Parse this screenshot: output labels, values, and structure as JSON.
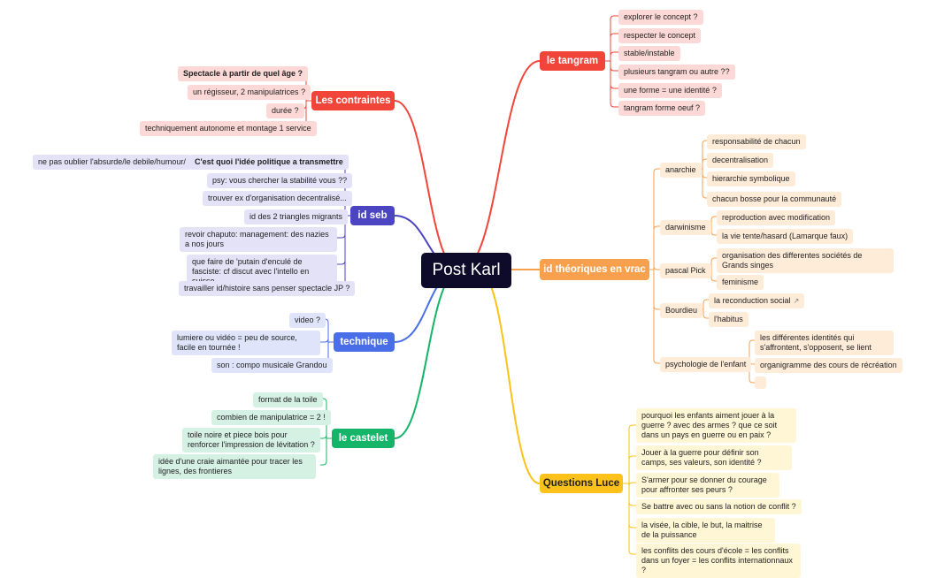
{
  "root": {
    "label": "Post Karl"
  },
  "colors": {
    "red": "#f1453a",
    "indigo": "#4b45c2",
    "blue": "#4a6ee8",
    "green": "#15b569",
    "orange": "#f7a14e",
    "yellow": "#fcc21b",
    "root": "#0e0b2a"
  },
  "tangram": {
    "label": "le tangram",
    "items": [
      "explorer le concept ?",
      "respecter le concept",
      "stable/instable",
      "plusieurs tangram ou autre ??",
      "une forme = une identité ?",
      "tangram forme oeuf ?"
    ]
  },
  "contraintes": {
    "label": "Les contraintes",
    "items": [
      "Spectacle à partir de quel âge ?",
      "un régisseur, 2 manipulatrices ?",
      "durée ?",
      "techniquement autonome et montage 1 service"
    ]
  },
  "idseb": {
    "label": "id seb",
    "items": [
      "C'est quoi l'idée politique a transmettre",
      "psy: vous chercher la stabilité vous ??",
      "trouver ex d'organisation decentralisé...",
      "id des 2 triangles migrants",
      "revoir chaputo: management: des nazies a nos jours",
      "que faire de 'putain d'enculé de fasciste: cf discut avec l'intello en suisse",
      "travailler id/histoire sans penser spectacle JP ?"
    ],
    "sub": "ne pas oublier l'absurde/le debile/humour/"
  },
  "technique": {
    "label": "technique",
    "items": [
      "video ?",
      "lumiere ou vidéo = peu de source, facile en tournée !",
      "son : compo musicale Grandou"
    ]
  },
  "castelet": {
    "label": "le castelet",
    "items": [
      "format de la toile",
      "combien de manipulatrice = 2 !",
      "toile noire et piece bois pour renforcer l'impression de lévitation ?",
      "idée d'une craie aimantée pour tracer les lignes, des frontieres"
    ]
  },
  "theories": {
    "label": "id théoriques en vrac",
    "groups": [
      {
        "label": "anarchie",
        "items": [
          "responsabilité de chacun",
          "decentralisation",
          "hierarchie symbolique",
          "chacun bosse pour la communauté"
        ]
      },
      {
        "label": "darwinisme",
        "items": [
          "reproduction avec modification",
          "la vie tente/hasard (Lamarque faux)"
        ]
      },
      {
        "label": "pascal Pick",
        "items": [
          "organisation des differentes sociétés de Grands singes",
          "feminisme"
        ]
      },
      {
        "label": "Bourdieu",
        "items": [
          "la reconduction social",
          "l'habitus"
        ],
        "link_icon": "external-link-icon"
      },
      {
        "label": "psychologie de l'enfant",
        "items": [
          "les différentes identités qui s'affrontent, s'opposent, se lient",
          "organigramme des cours de récréation",
          ""
        ]
      }
    ]
  },
  "questions": {
    "label": "Questions Luce",
    "items": [
      "pourquoi les enfants aiment jouer à la guerre ? avec des armes ? que ce soit dans un pays en guerre ou en paix ?",
      "Jouer à la guerre pour définir son camps, ses valeurs, son identité ?",
      "S'armer pour se donner du courage pour affronter ses peurs ?",
      "Se battre avec ou sans la notion de conflit ?",
      "la visée, la cible, le but, la maitrise de la puissance",
      "les conflits des cours d'école = les conflits dans un foyer = les conflits internationnaux ?"
    ]
  }
}
